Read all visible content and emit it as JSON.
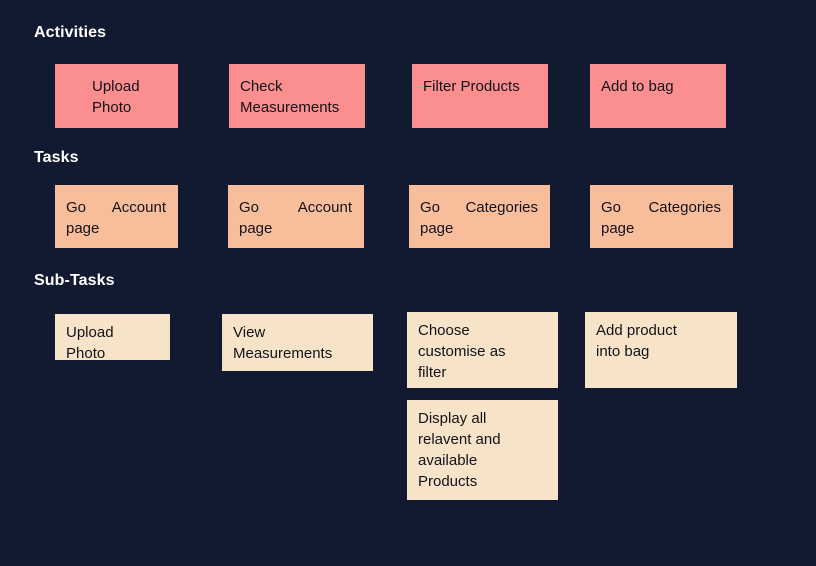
{
  "background_color": "#111A30",
  "palette": {
    "activity_fill": "#FB8E8E",
    "task_fill": "#F8BD9A",
    "subtask_fill": "#F7E4C8",
    "heading_text": "#FFFFFF",
    "card_text": "#12121A"
  },
  "sections": {
    "activities": {
      "heading": "Activities"
    },
    "tasks": {
      "heading": "Tasks"
    },
    "subtasks": {
      "heading": "Sub-Tasks"
    }
  },
  "activities": [
    {
      "label": "Upload\nPhoto"
    },
    {
      "label": "Check\nMeasurements"
    },
    {
      "label": "Filter Products"
    },
    {
      "label": "Add to bag"
    }
  ],
  "tasks": [
    {
      "label": "Go  Account page"
    },
    {
      "label": "Go  Account page"
    },
    {
      "label": "Go  Categories page"
    },
    {
      "label": "Go  Categories page"
    }
  ],
  "subtasks": [
    {
      "label": "Upload\nPhoto"
    },
    {
      "label": "View\nMeasurements"
    },
    {
      "label": "Choose\ncustomise as\nfilter"
    },
    {
      "label": "Add product\ninto bag"
    },
    {
      "label": "Display all\nrelavent and\navailable\nProducts"
    }
  ]
}
